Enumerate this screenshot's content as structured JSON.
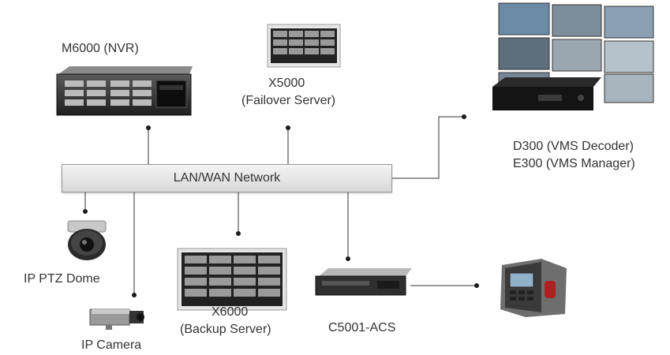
{
  "network": {
    "label": "LAN/WAN  Network"
  },
  "devices": {
    "m6000": {
      "label": "M6000 (NVR)"
    },
    "x5000": {
      "line1": "X5000",
      "line2": "(Failover Server)"
    },
    "vms": {
      "line1": "D300 (VMS Decoder)",
      "line2": "E300 (VMS Manager)"
    },
    "ptz": {
      "label": "IP PTZ Dome"
    },
    "camera": {
      "label": "IP Camera"
    },
    "x6000": {
      "line1": "X6000",
      "line2": "(Backup Server)"
    },
    "c5001": {
      "label": "C5001-ACS"
    }
  },
  "colors": {
    "wire": "#333333",
    "dot": "#1a1a1a",
    "lan_border": "#9a9a9a"
  }
}
